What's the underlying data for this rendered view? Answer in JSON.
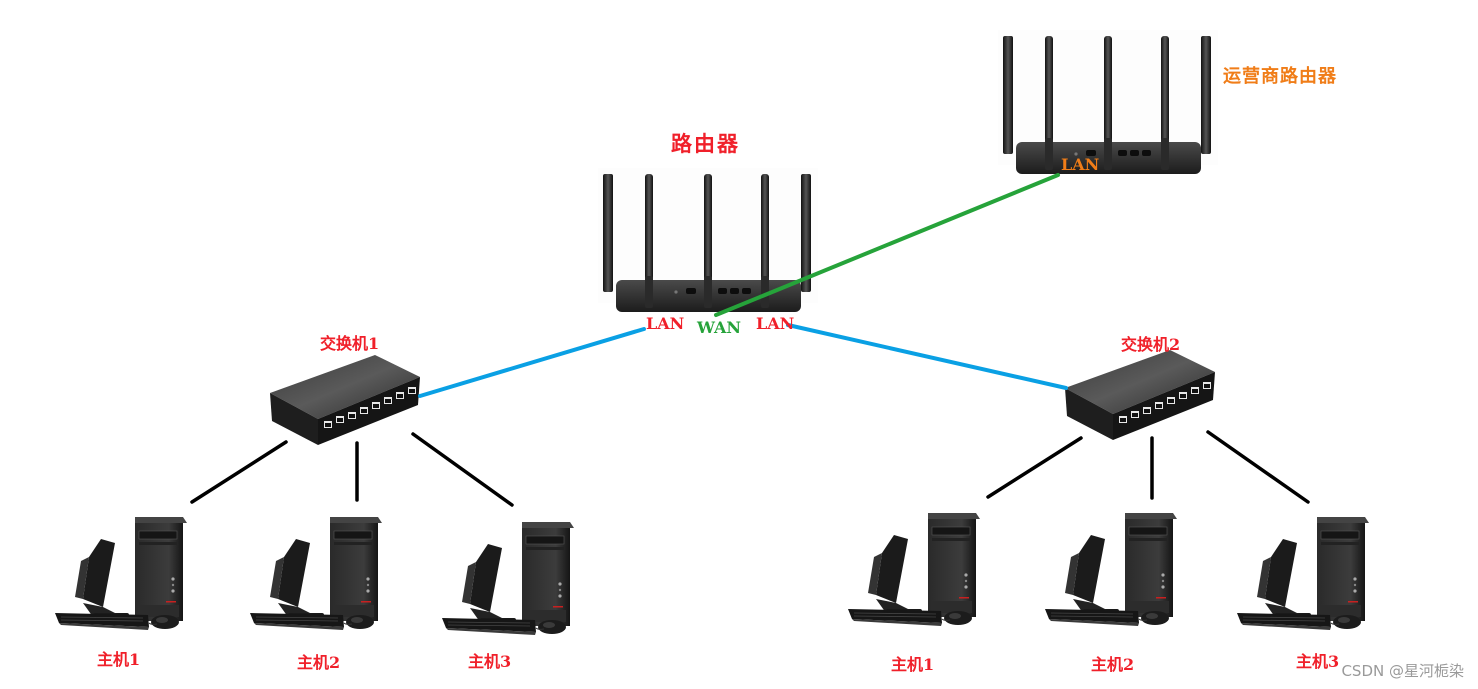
{
  "diagram": {
    "title": "Network topology: carrier router → router → switches → hosts",
    "colors": {
      "lan_link": "#0aa0e4",
      "wan_link": "#26a33a",
      "host_link": "#000000",
      "label_red": "#f0202a",
      "label_orange": "#f07d18",
      "label_green": "#26a33a"
    },
    "nodes": {
      "isp_router": {
        "label": "运营商路由器",
        "port_label": "LAN"
      },
      "router": {
        "label": "路由器",
        "ports": [
          "LAN",
          "WAN",
          "LAN"
        ]
      },
      "switch1": {
        "label": "交换机1"
      },
      "switch2": {
        "label": "交换机2"
      },
      "hosts_left": [
        {
          "label": "主机1"
        },
        {
          "label": "主机2"
        },
        {
          "label": "主机3"
        }
      ],
      "hosts_right": [
        {
          "label": "主机1"
        },
        {
          "label": "主机2"
        },
        {
          "label": "主机3"
        }
      ]
    },
    "edges": [
      {
        "from": "router.WAN",
        "to": "isp_router.LAN",
        "type": "wan"
      },
      {
        "from": "router.LAN",
        "to": "switch1",
        "type": "lan"
      },
      {
        "from": "router.LAN",
        "to": "switch2",
        "type": "lan"
      },
      {
        "from": "switch1",
        "to": "hosts_left.0",
        "type": "host"
      },
      {
        "from": "switch1",
        "to": "hosts_left.1",
        "type": "host"
      },
      {
        "from": "switch1",
        "to": "hosts_left.2",
        "type": "host"
      },
      {
        "from": "switch2",
        "to": "hosts_right.0",
        "type": "host"
      },
      {
        "from": "switch2",
        "to": "hosts_right.1",
        "type": "host"
      },
      {
        "from": "switch2",
        "to": "hosts_right.2",
        "type": "host"
      }
    ]
  },
  "watermark": "CSDN @星河栀染"
}
